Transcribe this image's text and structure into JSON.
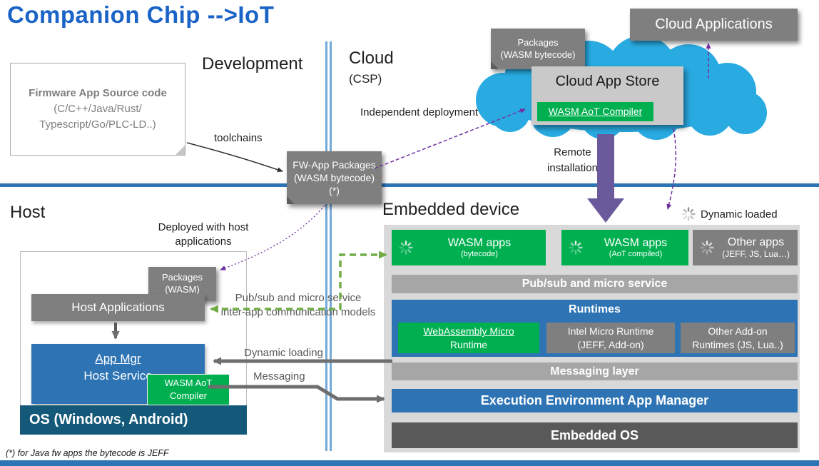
{
  "title": "Companion Chip -->IoT",
  "footnote": "(*) for Java fw apps the bytecode is JEFF",
  "section_labels": {
    "development": "Development",
    "cloud": "Cloud",
    "cloud_sub": "(CSP)",
    "host": "Host",
    "embedded_device": "Embedded device"
  },
  "annotations": {
    "toolchains": "toolchains",
    "independent_deployment": "Independent deployment",
    "remote_line1": "Remote",
    "remote_line2": "installation",
    "dynamic_loaded": "Dynamic loaded",
    "deployed_line1": "Deployed with host",
    "deployed_line2": "applications",
    "pubsub_line1": "Pub/sub and micro service",
    "pubsub_line2": "inter-app communication models",
    "dynamic_loading": "Dynamic loading",
    "messaging": "Messaging"
  },
  "cloud": {
    "applications_box": "Cloud Applications",
    "packages_note_line1": "Packages",
    "packages_note_line2": "(WASM bytecode)",
    "app_store": "Cloud App Store",
    "aot_compiler": "WASM AoT Compiler"
  },
  "development": {
    "firmware_title": "Firmware App Source code",
    "firmware_line2": "(C/C++/Java/Rust/",
    "firmware_line3": "Typescript/Go/PLC-LD..)",
    "fw_note_line1": "FW-App Packages",
    "fw_note_line2": "(WASM bytecode)",
    "fw_note_line3": "(*)"
  },
  "host": {
    "packages_note_line1": "Packages",
    "packages_note_line2": "(WASM)",
    "host_applications": "Host Applications",
    "app_mgr_line1": "App Mgr",
    "app_mgr_line2": "Host Service",
    "aot_line1": "WASM AoT",
    "aot_line2": "Compiler",
    "os_bar": "OS (Windows, Android)"
  },
  "embedded": {
    "apps": [
      {
        "title": "WASM apps",
        "sub": "(bytecode)"
      },
      {
        "title": "WASM apps",
        "sub": "(AoT compiled)"
      },
      {
        "title": "Other apps",
        "sub": "(JEFF, JS, Lua…)"
      }
    ],
    "pubsub_bar": "Pub/sub and micro service",
    "runtimes_title": "Runtimes",
    "runtimes": [
      {
        "line1": "WebAssembly Micro",
        "line2": "Runtime"
      },
      {
        "line1": "Intel Micro Runtime",
        "line2": "(JEFF, Add-on)"
      },
      {
        "line1": "Other Add-on",
        "line2": "Runtimes (JS, Lua..)"
      }
    ],
    "messaging_bar": "Messaging layer",
    "execution_bar": "Execution Environment App Manager",
    "os_bar": "Embedded OS"
  },
  "colors": {
    "green": "#00B050",
    "gray_box": "#7F7F7F",
    "blue": "#2E74B5",
    "panel_gray": "#D9D9D9",
    "purple_arrow": "#6A5A9B",
    "dashed_purple": "#7030A0",
    "dashed_green": "#70AD47",
    "cloud_cyan": "#29ABE2",
    "title_blue": "#1A63C7"
  }
}
